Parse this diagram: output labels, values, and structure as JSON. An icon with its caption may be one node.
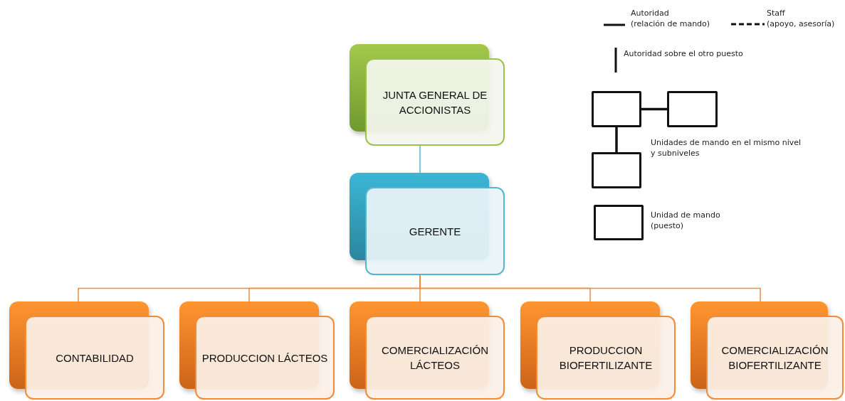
{
  "diagram": {
    "nodes": [
      {
        "text": [
          "JUNTA GENERAL DE ACCIONISTAS"
        ]
      },
      {
        "text": [
          "GERENTE"
        ]
      },
      {
        "text": [
          "CONTABILIDAD"
        ]
      },
      {
        "text": [
          "PRODUCCION LÁCTEOS"
        ]
      },
      {
        "text": [
          "COMERCIALIZACIÓN LÁCTEOS"
        ]
      },
      {
        "text": [
          "PRODUCCION BIOFERTILIZANTE"
        ]
      },
      {
        "text": [
          "COMERCIALIZACIÓN BIOFERTILIZANTE"
        ]
      },
      {
        "text": [],
        "shape": "box"
      },
      {
        "text": [],
        "shape": "box"
      },
      {
        "text": [],
        "shape": "box"
      },
      {
        "text": [],
        "shape": "box"
      }
    ],
    "edges": [
      {
        "from": 0,
        "to": 1,
        "arrow": "none",
        "color": "#5ab4cf"
      },
      {
        "from": 1,
        "to": 2,
        "arrow": "none"
      },
      {
        "from": 1,
        "to": 3,
        "arrow": "none"
      },
      {
        "from": 1,
        "to": 4,
        "arrow": "none"
      },
      {
        "from": 1,
        "to": 5,
        "arrow": "none"
      },
      {
        "from": 1,
        "to": 6,
        "arrow": "none"
      },
      {
        "from": 7,
        "to": 8,
        "arrow": "none",
        "style": "thick",
        "color": "#111111"
      },
      {
        "from": 7,
        "to": 9,
        "arrow": "none",
        "style": "thick",
        "color": "#111111"
      }
    ],
    "labels": [
      "Unidades de mando en el mismo nivel y subniveles",
      "Unidad de mando (puesto)"
    ],
    "legend": [
      {
        "text": "Autoridad (relación de mando)"
      },
      {
        "text": "Staff (apoyo, asesoría)"
      },
      {
        "text": "Autoridad sobre el otro puesto"
      }
    ]
  }
}
